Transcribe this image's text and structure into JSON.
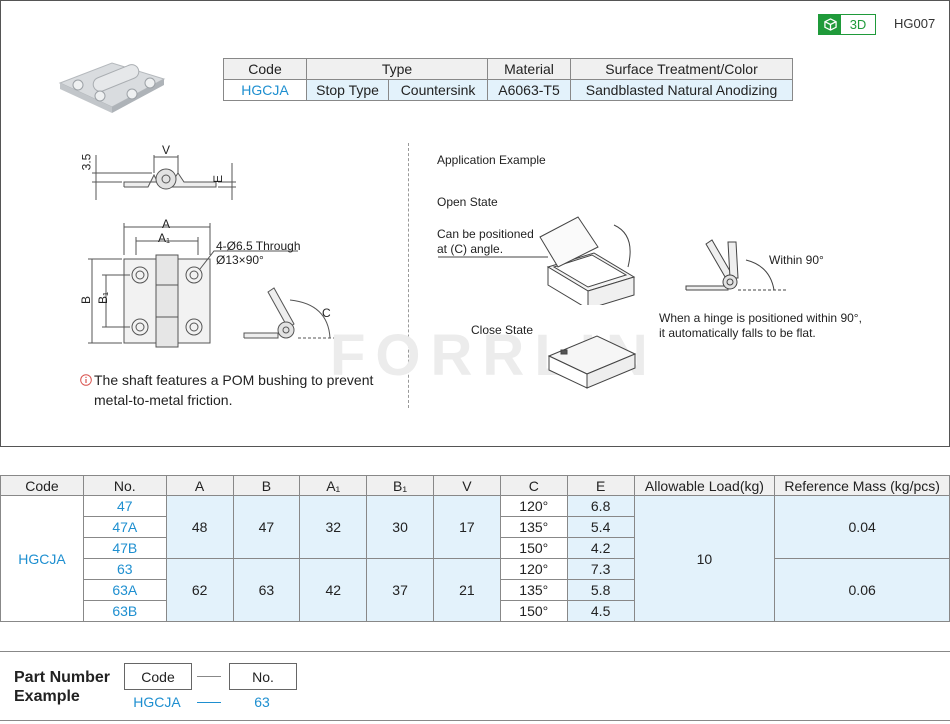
{
  "header": {
    "badge_3d": "3D",
    "series_code": "HG007"
  },
  "spec_table": {
    "headers": [
      "Code",
      "Type",
      "Material",
      "Surface Treatment/Color"
    ],
    "code": "HGCJA",
    "type_1": "Stop Type",
    "type_2": "Countersink",
    "material": "A6063-T5",
    "surface": "Sandblasted Natural Anodizing"
  },
  "drawing": {
    "dim_35": "3.5",
    "dim_v": "V",
    "dim_e": "E",
    "dim_a": "A",
    "dim_a1": "A₁",
    "dim_b": "B",
    "dim_b1": "B₁",
    "dim_c": "C",
    "hole_note_1": "4-Ø6.5 Through",
    "hole_note_2": "Ø13×90°",
    "note": "The shaft features a POM bushing to prevent metal-to-metal friction."
  },
  "application": {
    "title": "Application Example",
    "open_state": "Open State",
    "open_note_1": "Can be positioned",
    "open_note_2": "at (C) angle.",
    "close_state": "Close State",
    "within": "Within 90°",
    "hinge_note_1": "When a hinge is positioned within 90°,",
    "hinge_note_2": "it automatically falls to be flat."
  },
  "watermark": "FORRLIN",
  "dim_table": {
    "headers": [
      "Code",
      "No.",
      "A",
      "B",
      "A₁",
      "B₁",
      "V",
      "C",
      "E",
      "Allowable Load(kg)",
      "Reference Mass (kg/pcs)"
    ],
    "code": "HGCJA",
    "groups": [
      {
        "A": "48",
        "B": "47",
        "A1": "32",
        "B1": "30",
        "V": "17",
        "mass": "0.04",
        "rows": [
          {
            "no": "47",
            "C": "120°",
            "E": "6.8"
          },
          {
            "no": "47A",
            "C": "135°",
            "E": "5.4"
          },
          {
            "no": "47B",
            "C": "150°",
            "E": "4.2"
          }
        ]
      },
      {
        "A": "62",
        "B": "63",
        "A1": "42",
        "B1": "37",
        "V": "21",
        "mass": "0.06",
        "rows": [
          {
            "no": "63",
            "C": "120°",
            "E": "7.3"
          },
          {
            "no": "63A",
            "C": "135°",
            "E": "5.8"
          },
          {
            "no": "63B",
            "C": "150°",
            "E": "4.5"
          }
        ]
      }
    ],
    "load": "10"
  },
  "part_number": {
    "title_1": "Part Number",
    "title_2": "Example",
    "code_label": "Code",
    "no_label": "No.",
    "code_value": "HGCJA",
    "no_value": "63"
  },
  "colors": {
    "accent": "#1e8fd0",
    "shade": "#e3f2fb",
    "badge": "#1f9a3a"
  }
}
